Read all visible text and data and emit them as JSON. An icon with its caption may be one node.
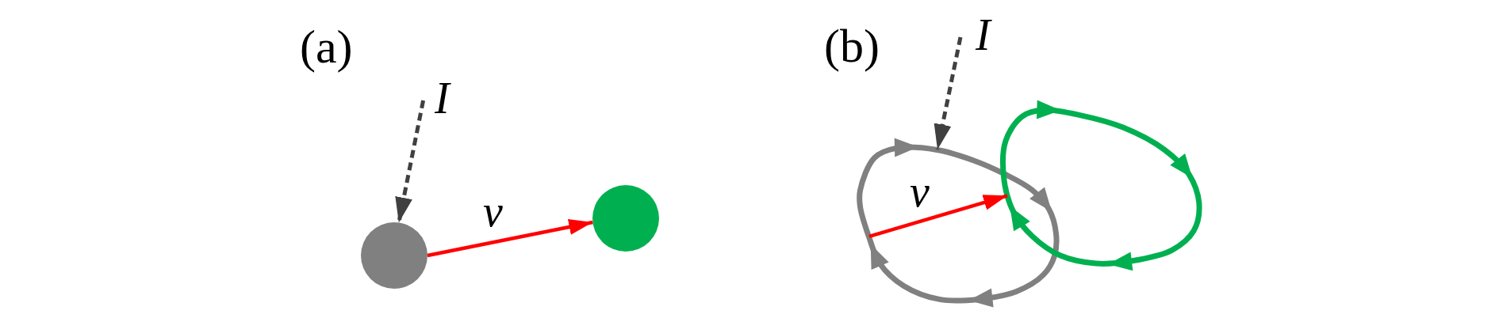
{
  "diagram": {
    "nodes": [
      {
        "text": [],
        "shape": "circle"
      },
      {
        "text": [],
        "shape": "circle"
      },
      {
        "text": [],
        "shape": "loop"
      },
      {
        "text": [],
        "shape": "loop"
      }
    ],
    "edges": [
      {
        "from": null,
        "to": 0,
        "arrow": "to",
        "label": "I",
        "style": "dashed",
        "color": "#404040"
      },
      {
        "from": 0,
        "to": 1,
        "arrow": "to",
        "label": "v",
        "color": "#ff0000"
      },
      {
        "from": null,
        "to": 2,
        "arrow": "to",
        "label": "I",
        "style": "dashed",
        "color": "#404040"
      },
      {
        "from": 2,
        "to": 3,
        "arrow": "to",
        "label": "v",
        "color": "#ff0000"
      }
    ],
    "labels": [
      "(a)",
      "(b)"
    ]
  }
}
